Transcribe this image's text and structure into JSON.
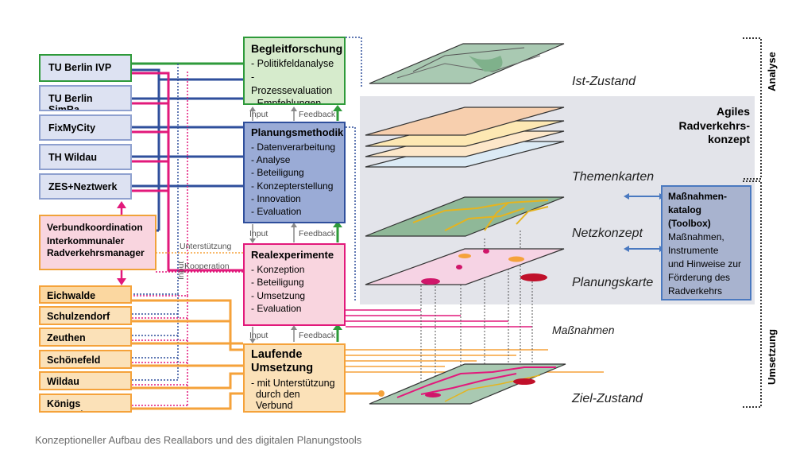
{
  "partners": [
    {
      "label": "TU Berlin IVP"
    },
    {
      "label": "TU Berlin SimRa"
    },
    {
      "label": "FixMyCity"
    },
    {
      "label": "TH Wildau"
    },
    {
      "label": "ZES+Neztwerk"
    }
  ],
  "verbund": {
    "line1": "Verbundkoordination",
    "line2": "Interkommunaler",
    "line3": "Radverkehrsmanager"
  },
  "kommunen": [
    {
      "label": "Eichwalde"
    },
    {
      "label": "Schulzendorf"
    },
    {
      "label": "Zeuthen"
    },
    {
      "label": "Schönefeld"
    },
    {
      "label": "Wildau"
    },
    {
      "label": "Königs Wusterh."
    }
  ],
  "side_labels": {
    "unterstuetzung": "Unterstützung",
    "kooperation": "Kooperation",
    "input_vertical": "Input"
  },
  "begleitforschung": {
    "title": "Begleitforschung",
    "items": [
      "Politikfeldanalyse",
      "Prozessevaluation",
      "Empfehlungen"
    ]
  },
  "planungsmethodik": {
    "title": "Planungsmethodik",
    "items": [
      "Datenverarbeitung",
      "Analyse",
      "Beteiligung",
      "Konzepterstellung",
      "Innovation",
      "Evaluation"
    ]
  },
  "realexperimente": {
    "title": "Realexperimente",
    "items": [
      "Konzeption",
      "Beteiligung",
      "Umsetzung",
      "Evaluation"
    ]
  },
  "laufende": {
    "title1": "Laufende",
    "title2": "Umsetzung",
    "sub1": "- mit Unterstützung",
    "sub2": "durch den Verbund"
  },
  "flow_labels": {
    "input": "Input",
    "feedback": "Feedback"
  },
  "layers": {
    "ist": "Ist-Zustand",
    "themen": "Themenkarten",
    "netz": "Netzkonzept",
    "planung": "Planungskarte",
    "massnahmen": "Maßnahmen",
    "ziel": "Ziel-Zustand"
  },
  "agiles": {
    "line1": "Agiles",
    "line2": "Radverkehrs-",
    "line3": "konzept"
  },
  "toolbox": {
    "title1": "Maßnahmen-",
    "title2": "katalog",
    "title3": "(Toolbox)",
    "body": [
      "Maßnahmen,",
      "Instrumente",
      "und Hinweise zur",
      "Förderung des",
      "Radverkehrs"
    ]
  },
  "side_phases": {
    "analyse": "Analyse",
    "umsetzung": "Umsetzung"
  },
  "caption": "Konzeptioneller Aufbau des Reallabors und des digitalen Planungstools",
  "colors": {
    "green": "#2e9a3a",
    "blue": "#2f4f9c",
    "pink": "#e2197b",
    "orange": "#f5a23a",
    "grey_panel": "#e3e4ea"
  }
}
